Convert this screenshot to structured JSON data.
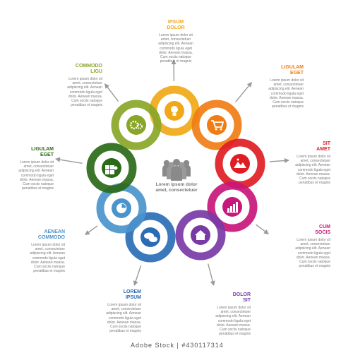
{
  "center": {
    "text": "Lorem ipsum dolor\namet, consectetuer",
    "icon": "people-group-icon"
  },
  "body_text": "Lorem ipsum dolor sit\namet, consectetuer\nadipiscing elit. Aenean\ncommodo ligula eget\ndolor. Aenean massa.\nCum sociis natoque\npenatibus et magnis",
  "segments": [
    {
      "id": "ipsum-dolor",
      "title": "IPSUM\nDOLOR",
      "color": "#f0a818",
      "icon": "lightbulb-icon"
    },
    {
      "id": "ligulam-eget-right",
      "title": "LIGULAM\nEGET",
      "color": "#f07d14",
      "icon": "shopping-cart-icon"
    },
    {
      "id": "sit-amet",
      "title": "SIT\nAMET",
      "color": "#e01c24",
      "icon": "mountain-image-icon"
    },
    {
      "id": "cum-socis",
      "title": "CUM\nSOCIS",
      "color": "#c8177a",
      "icon": "bar-chart-icon"
    },
    {
      "id": "dolor-sit",
      "title": "DOLOR\nSIT",
      "color": "#7a3aa6",
      "icon": "house-icon"
    },
    {
      "id": "lorem-ipsum",
      "title": "LOREM\nIPSUM",
      "color": "#2b6cb6",
      "icon": "chat-bubbles-icon"
    },
    {
      "id": "aenean-commodo",
      "title": "AENEAN\nCOMMODO",
      "color": "#4a94cc",
      "icon": "pie-chart-icon"
    },
    {
      "id": "ligulam-eget-left",
      "title": "LIGULAM\nEGET",
      "color": "#2a6a18",
      "icon": "puzzle-icon"
    },
    {
      "id": "commodo-ligu",
      "title": "COMMODO\nLIGU",
      "color": "#8aa628",
      "icon": "gears-icon"
    }
  ],
  "watermark": "Adobe Stock | #430117314"
}
